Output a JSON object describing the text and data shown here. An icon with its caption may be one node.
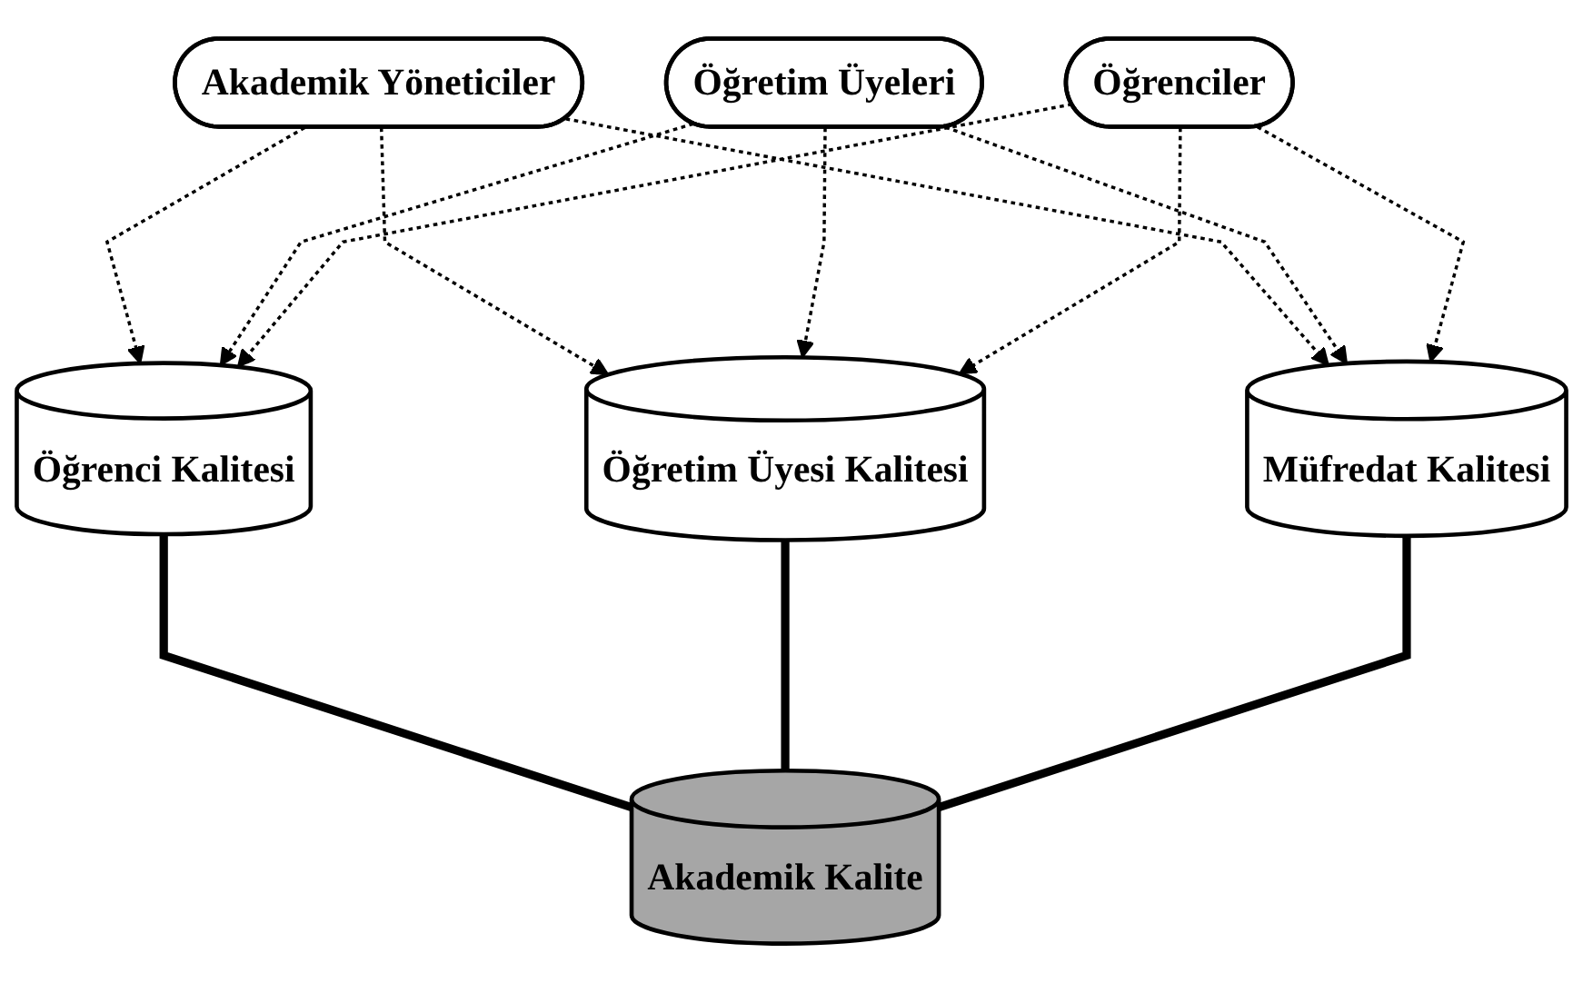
{
  "diagram": {
    "nodes": [
      {
        "text": [
          "Akademik Yöneticiler"
        ]
      },
      {
        "text": [
          "Öğretim Üyeleri"
        ]
      },
      {
        "text": [
          "Öğrenciler"
        ]
      },
      {
        "text": [
          "Öğrenci Kalitesi"
        ]
      },
      {
        "text": [
          "Öğretim Üyesi Kalitesi"
        ]
      },
      {
        "text": [
          "Müfredat Kalitesi"
        ]
      },
      {
        "text": [
          "Akademik Kalite"
        ]
      }
    ],
    "edges": [
      {
        "from": 0,
        "to": 3,
        "arrow": "to",
        "style": "dashed"
      },
      {
        "from": 0,
        "to": 4,
        "arrow": "to",
        "style": "dashed"
      },
      {
        "from": 0,
        "to": 5,
        "arrow": "to",
        "style": "dashed"
      },
      {
        "from": 1,
        "to": 3,
        "arrow": "to",
        "style": "dashed"
      },
      {
        "from": 1,
        "to": 4,
        "arrow": "to",
        "style": "dashed"
      },
      {
        "from": 1,
        "to": 5,
        "arrow": "to",
        "style": "dashed"
      },
      {
        "from": 2,
        "to": 3,
        "arrow": "to",
        "style": "dashed"
      },
      {
        "from": 2,
        "to": 4,
        "arrow": "to",
        "style": "dashed"
      },
      {
        "from": 2,
        "to": 5,
        "arrow": "to",
        "style": "dashed"
      },
      {
        "from": 3,
        "to": 6,
        "arrow": "none",
        "style": "thick"
      },
      {
        "from": 4,
        "to": 6,
        "arrow": "none",
        "style": "thick"
      },
      {
        "from": 5,
        "to": 6,
        "arrow": "none",
        "style": "thick"
      }
    ]
  }
}
